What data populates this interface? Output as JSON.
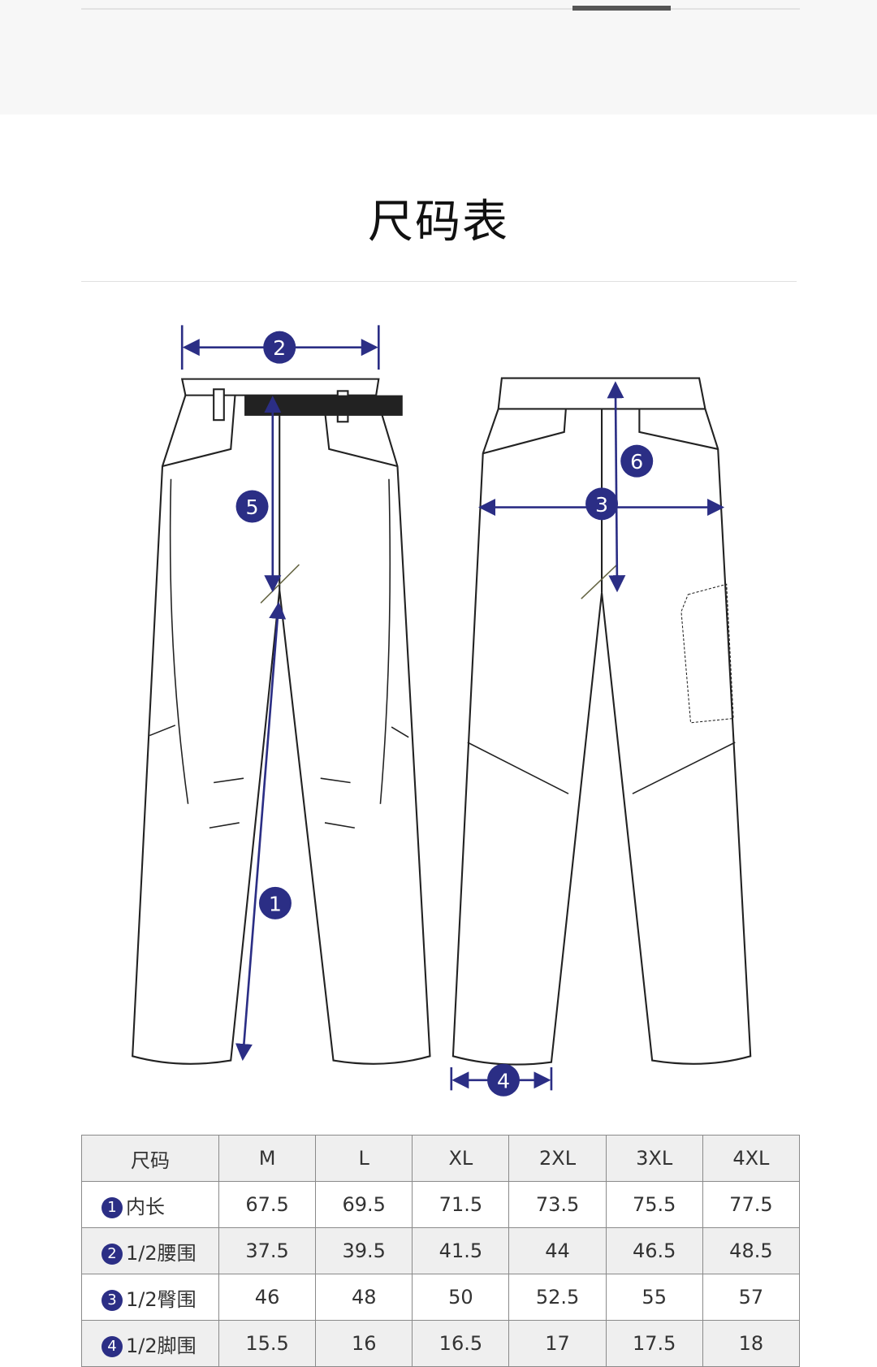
{
  "title": "尺码表",
  "diagram": {
    "markers": [
      "1",
      "2",
      "3",
      "4",
      "5",
      "6"
    ],
    "accent_color": "#2b2e85"
  },
  "table": {
    "header": [
      "尺码",
      "M",
      "L",
      "XL",
      "2XL",
      "3XL",
      "4XL"
    ],
    "rows": [
      {
        "num": "1",
        "label": "内长",
        "values": [
          "67.5",
          "69.5",
          "71.5",
          "73.5",
          "75.5",
          "77.5"
        ]
      },
      {
        "num": "2",
        "label": "1/2腰围",
        "values": [
          "37.5",
          "39.5",
          "41.5",
          "44",
          "46.5",
          "48.5"
        ]
      },
      {
        "num": "3",
        "label": "1/2臀围",
        "values": [
          "46",
          "48",
          "50",
          "52.5",
          "55",
          "57"
        ]
      },
      {
        "num": "4",
        "label": "1/2脚围",
        "values": [
          "15.5",
          "16",
          "16.5",
          "17",
          "17.5",
          "18"
        ]
      }
    ]
  }
}
